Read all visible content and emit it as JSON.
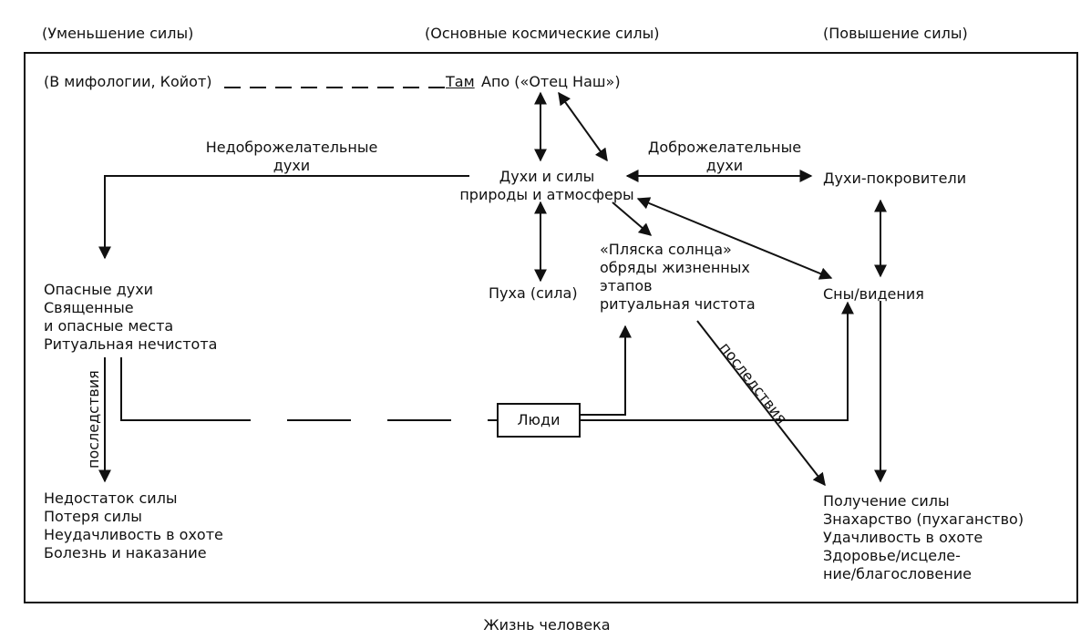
{
  "headers": {
    "left": "(Уменьшение силы)",
    "center": "(Основные космические силы)",
    "right": "(Повышение силы)"
  },
  "top_line": {
    "mythology": "(В мифологии, Койот)",
    "tam": "Там",
    "apo": "Апо («Отец Наш»)"
  },
  "nodes": {
    "nature_spirits": [
      "Духи и силы",
      "природы и атмосферы"
    ],
    "malevolent_label": [
      "Недоброжелательные",
      "духи"
    ],
    "benevolent_label": [
      "Доброжелательные",
      "духи"
    ],
    "guardian_spirits": "Духи-покровители",
    "dangerous": [
      "Опасные духи",
      "Священные",
      "и опасные места",
      "Ритуальная нечистота"
    ],
    "pukha": "Пуха (сила)",
    "sun_dance": [
      "«Пляска солнца»",
      "обряды жизненных",
      "этапов",
      "ритуальная чистота"
    ],
    "dreams": "Сны/видения",
    "people": "Люди",
    "consequences_left": "последствия",
    "consequences_right": "последствия",
    "lack": [
      "Недостаток силы",
      "Потеря силы",
      "Неудачливость в охоте",
      "Болезнь и наказание"
    ],
    "gain": [
      "Получение силы",
      "Знахарство (пухаганство)",
      "Удачливость в охоте",
      "Здоровье/исцеле-",
      "ние/благословение"
    ]
  },
  "footer": "Жизнь человека",
  "colors": {
    "ink": "#111111",
    "background": "#ffffff"
  }
}
